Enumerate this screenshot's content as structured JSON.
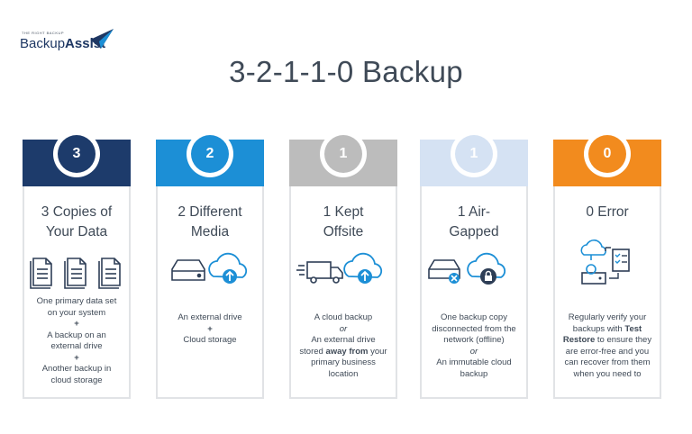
{
  "logo": {
    "tagline": "THE RIGHT BACKUP",
    "word1": "Backup",
    "word2": "Assist"
  },
  "title": "3-2-1-1-0 Backup",
  "colors": {
    "navy": "#1d3b6b",
    "blue": "#1c8fd6",
    "gray": "#bcbcbc",
    "lightblue": "#d5e2f3",
    "orange": "#f28b1e",
    "icon_blue": "#1c8fd6",
    "icon_dark": "#2e3e56"
  },
  "columns": [
    {
      "number": "3",
      "title_1": "3 Copies of",
      "title_2": "Your Data",
      "lines": [
        "One primary data set",
        "on your system",
        "+",
        "A backup on an",
        "external drive",
        "+",
        "Another backup in",
        "cloud storage"
      ],
      "icons": [
        "document-icon",
        "document-icon",
        "document-icon"
      ]
    },
    {
      "number": "2",
      "title_1": "2 Different",
      "title_2": "Media",
      "lines": [
        "An external drive",
        "+",
        "Cloud storage"
      ],
      "icons": [
        "hard-drive-icon",
        "cloud-upload-icon"
      ]
    },
    {
      "number": "1",
      "title_1": "1 Kept",
      "title_2": "Offsite",
      "lines": [
        "A cloud backup",
        "or",
        "An external drive",
        "stored ",
        "away from",
        " your",
        "primary business",
        "location"
      ],
      "icons": [
        "truck-icon",
        "cloud-upload-icon"
      ]
    },
    {
      "number": "1",
      "title_1": "1 Air-",
      "title_2": "Gapped",
      "lines": [
        "One backup copy",
        "disconnected from the",
        "network (offline)",
        "or",
        "An immutable cloud",
        "backup"
      ],
      "icons": [
        "disconnected-drive-icon",
        "cloud-lock-icon"
      ]
    },
    {
      "number": "0",
      "title_1": "0 Error",
      "title_2": "",
      "lines": [
        "Regularly verify your",
        "backups with ",
        "Test",
        "Restore",
        " to ensure they",
        "are error-free and you",
        "can recover from them",
        "when you need to"
      ],
      "icons": [
        "restore-verify-icon"
      ]
    }
  ]
}
